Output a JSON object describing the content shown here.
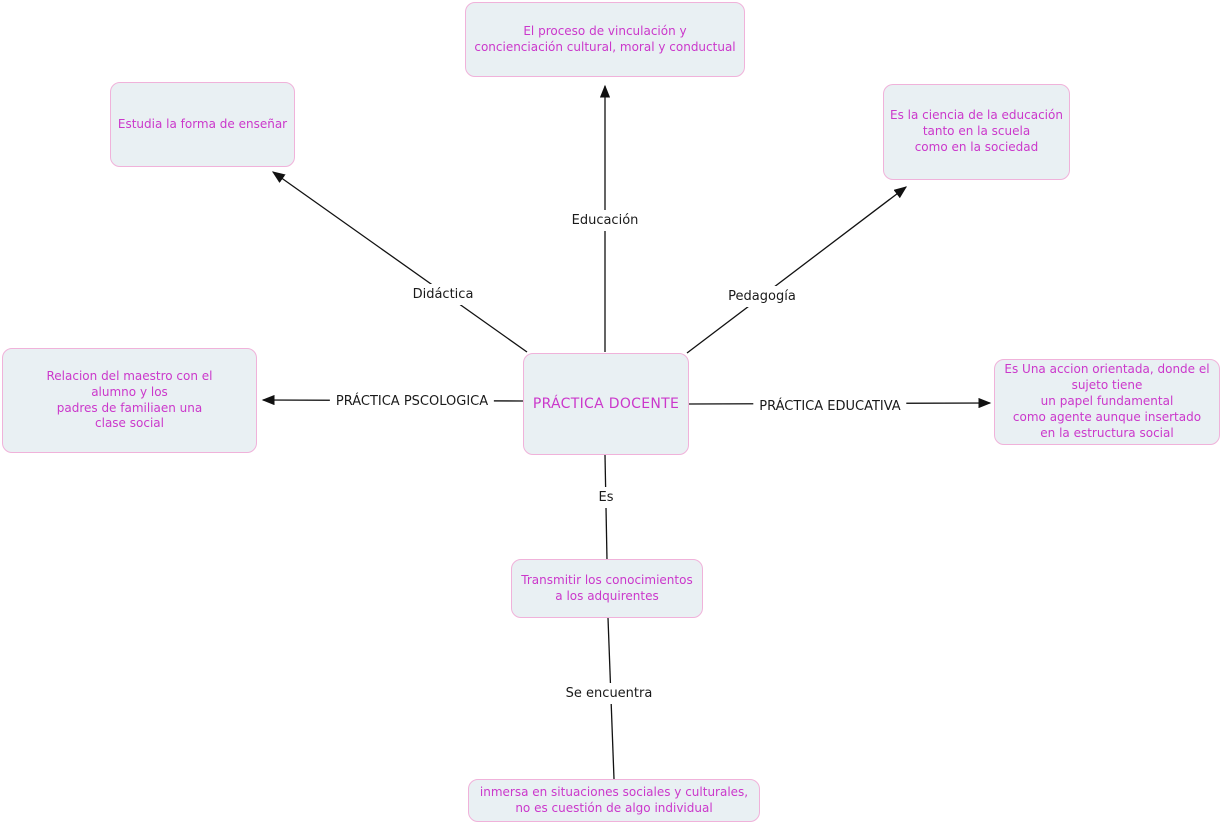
{
  "diagram": {
    "type": "concept-map",
    "colors": {
      "background": "#ffffff",
      "node_fill": "#e9f0f3",
      "node_border": "#f0b2da",
      "node_text": "#cb38cb",
      "connector": "#111111",
      "connector_label_text": "#1a1a1a"
    },
    "nodes": {
      "central": {
        "text": "PRÁCTICA DOCENTE"
      },
      "proceso": {
        "text": "El proceso de vinculación y\nconcienciación cultural, moral y conductual"
      },
      "estudia": {
        "text": "Estudia la forma de enseñar"
      },
      "ciencia": {
        "text": "Es la ciencia de la educación\ntanto en la scuela\ncomo en la sociedad"
      },
      "relacion": {
        "text": "Relacion del maestro con el\nalumno y los\npadres de familiaen una\nclase social"
      },
      "accion": {
        "text": "Es Una accion orientada, donde el\nsujeto tiene\nun papel fundamental\ncomo agente aunque insertado\nen la estructura social"
      },
      "transmitir": {
        "text": "Transmitir los conocimientos\na los adquirentes"
      },
      "inmersa": {
        "text": "inmersa en situaciones sociales y culturales,\nno es cuestión de algo individual"
      }
    },
    "connector_labels": {
      "educacion": "Educación",
      "didactica": "Didáctica",
      "pedagogia": "Pedagogía",
      "practica_psicologica": "PRÁCTICA PSCOLOGICA",
      "practica_educativa": "PRÁCTICA EDUCATIVA",
      "es": "Es",
      "se_encuentra": "Se encuentra"
    }
  }
}
